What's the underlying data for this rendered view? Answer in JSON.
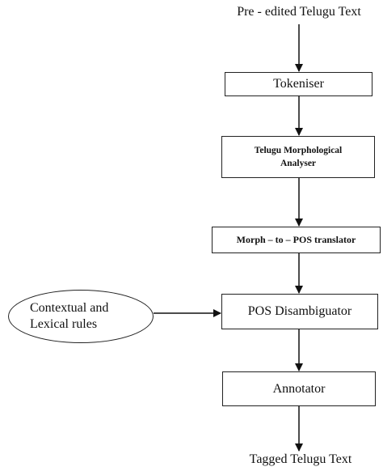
{
  "diagram": {
    "input_text": "Pre - edited Telugu Text",
    "steps": [
      {
        "id": "tokeniser",
        "label": "Tokeniser"
      },
      {
        "id": "morph-analyser",
        "label_line1": "Telugu Morphological",
        "label_line2": "Analyser"
      },
      {
        "id": "morph-to-pos",
        "label": "Morph – to – POS translator"
      },
      {
        "id": "pos-disambiguator",
        "label": "POS Disambiguator"
      },
      {
        "id": "annotator",
        "label": "Annotator"
      }
    ],
    "side_input": {
      "line1": "Contextual and",
      "line2": "Lexical rules"
    },
    "output_text": "Tagged Telugu Text"
  }
}
